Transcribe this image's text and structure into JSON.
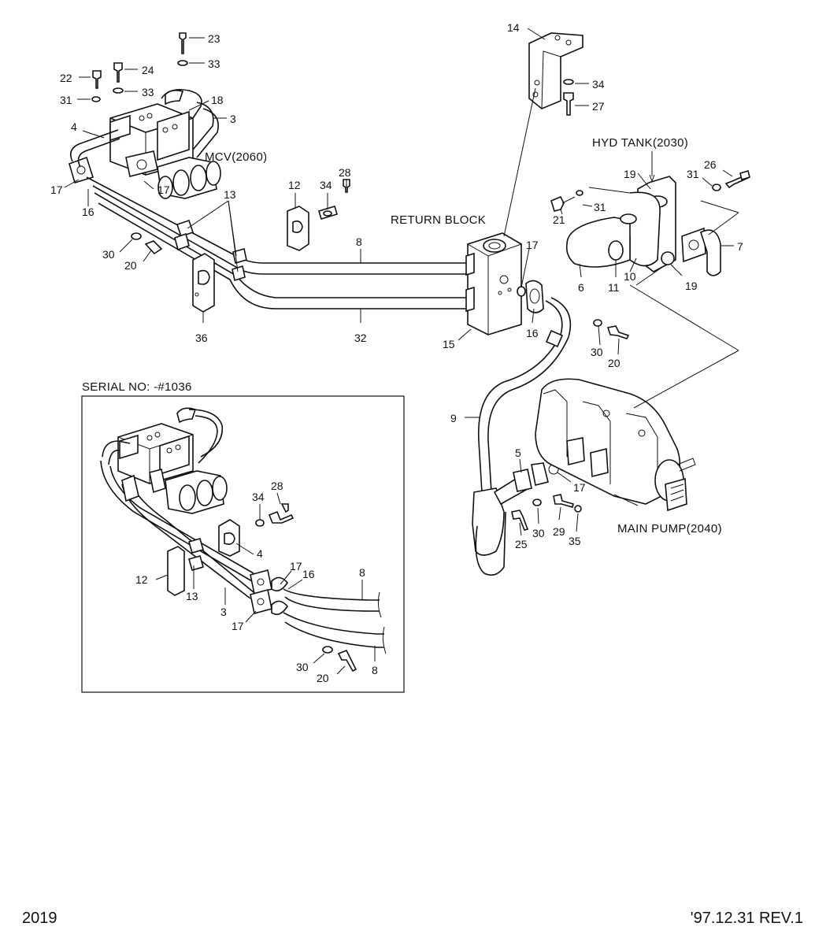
{
  "labels": {
    "mcv": "MCV(2060)",
    "return_block": "RETURN BLOCK",
    "hyd_tank": "HYD TANK(2030)",
    "main_pump": "MAIN PUMP(2040)",
    "serial_no": "SERIAL NO: -#1036"
  },
  "footer": {
    "page": "2019",
    "revision": "'97.12.31 REV.1"
  },
  "callouts_main": {
    "c23": "23",
    "c33a": "33",
    "c22": "22",
    "c24": "24",
    "c33b": "33",
    "c31a": "31",
    "c18": "18",
    "c3": "3",
    "c4": "4",
    "c17a": "17",
    "c17b": "17",
    "c16a": "16",
    "c13": "13",
    "c12": "12",
    "c34": "34",
    "c28": "28",
    "c30a": "30",
    "c20a": "20",
    "c36": "36",
    "c8": "8",
    "c32": "32",
    "c15": "15",
    "c17c": "17",
    "c16b": "16",
    "c14": "14",
    "c34b": "34",
    "c27": "27",
    "c19a": "19",
    "c31b": "31",
    "c26": "26",
    "c21": "21",
    "c31c": "31",
    "c7": "7",
    "c6": "6",
    "c11": "11",
    "c10": "10",
    "c19b": "19",
    "c30b": "30",
    "c20b": "20",
    "c9": "9",
    "c5": "5",
    "c17d": "17",
    "c29": "29",
    "c35": "35",
    "c25": "25",
    "c30c": "30"
  },
  "callouts_inset": {
    "c34": "34",
    "c28": "28",
    "c4": "4",
    "c12": "12",
    "c13": "13",
    "c3": "3",
    "c17a": "17",
    "c16": "16",
    "c17b": "17",
    "c8a": "8",
    "c8b": "8",
    "c30": "30",
    "c20": "20"
  }
}
